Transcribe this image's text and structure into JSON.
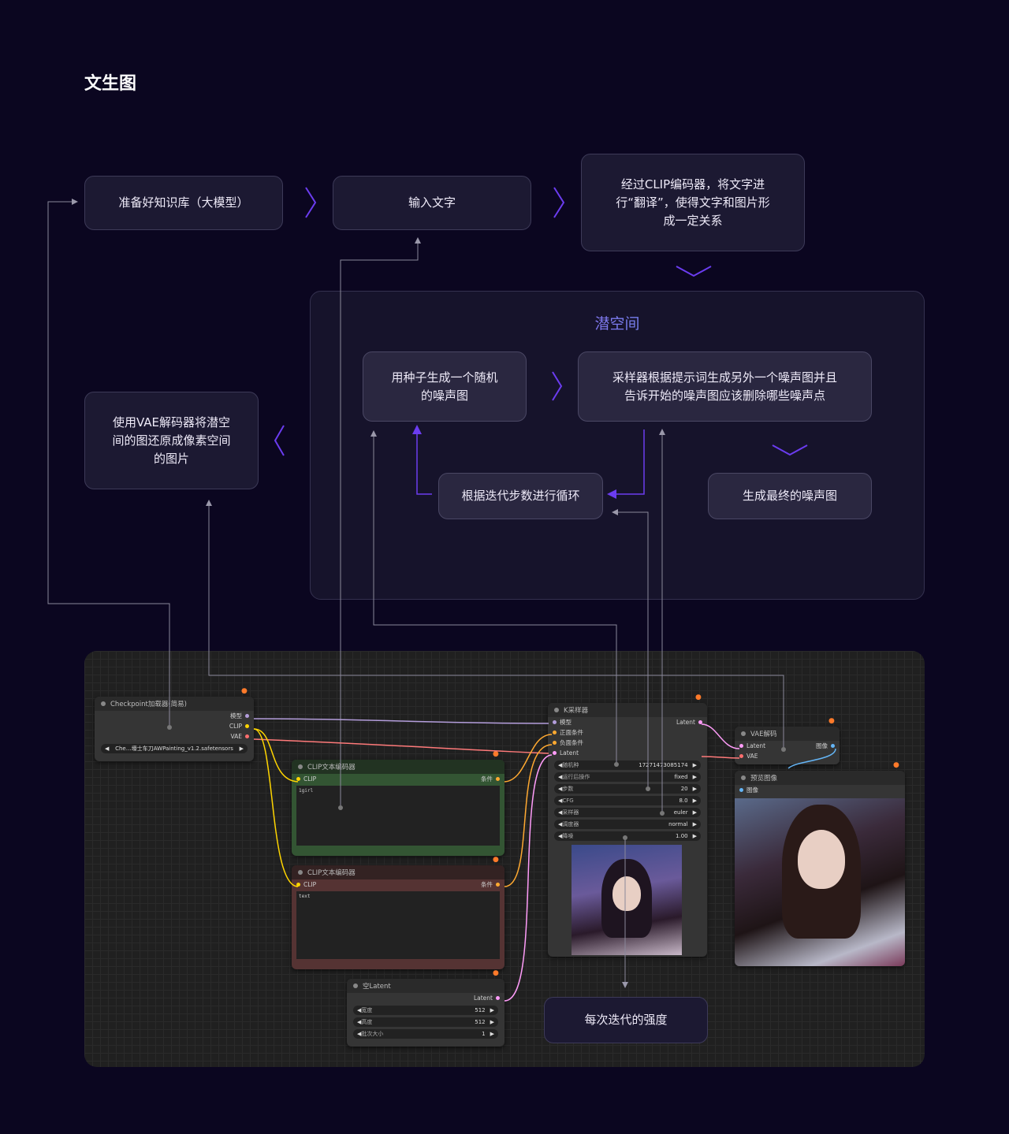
{
  "page_title": "文生图",
  "flow": {
    "step1": "准备好知识库（大模型）",
    "step2": "输入文字",
    "step3": "经过CLIP编码器，将文字进行“翻译”，使得文字和图片形成一定关系",
    "latent_space_title": "潜空间",
    "seed_noise": "用种子生成一个随机的噪声图",
    "sampler_desc": "采样器根据提示词生成另外一个噪声图并且告诉开始的噪声图应该删除哪些噪声点",
    "loop": "根据迭代步数进行循环",
    "final_noise": "生成最终的噪声图",
    "vae_decode": "使用VAE解码器将潜空间的图还原成像素空间的图片",
    "denoise_strength": "每次迭代的强度"
  },
  "nodes": {
    "checkpoint": {
      "title": "Checkpoint加载器(简易)",
      "outputs": [
        "模型",
        "CLIP",
        "VAE"
      ],
      "ckpt_value": "Che…壕士车刀AWPainting_v1.2.safetensors"
    },
    "clip_pos": {
      "title": "CLIP文本编码器",
      "input": "CLIP",
      "output": "条件",
      "text": "1girl"
    },
    "clip_neg": {
      "title": "CLIP文本编码器",
      "input": "CLIP",
      "output": "条件",
      "text": "text"
    },
    "empty_latent": {
      "title": "空Latent",
      "output": "Latent",
      "widgets": [
        {
          "label": "宽度",
          "value": "512"
        },
        {
          "label": "高度",
          "value": "512"
        },
        {
          "label": "批次大小",
          "value": "1"
        }
      ]
    },
    "ksampler": {
      "title": "K采样器",
      "inputs": [
        "模型",
        "正面条件",
        "负面条件",
        "Latent"
      ],
      "output": "Latent",
      "widgets": [
        {
          "label": "随机种",
          "value": "172714730​85174"
        },
        {
          "label": "运行后操作",
          "value": "fixed"
        },
        {
          "label": "步数",
          "value": "20"
        },
        {
          "label": "CFG",
          "value": "8.0"
        },
        {
          "label": "采样器",
          "value": "euler"
        },
        {
          "label": "调度器",
          "value": "normal"
        },
        {
          "label": "降噪",
          "value": "1.00"
        }
      ]
    },
    "vae_decode": {
      "title": "VAE解码",
      "inputs": [
        "Latent",
        "VAE"
      ],
      "output": "图像"
    },
    "preview": {
      "title": "预览图像",
      "input": "图像"
    }
  },
  "colors": {
    "model": "#b39ddb",
    "clip": "#ffd500",
    "vae": "#ff6e6e",
    "conditioning": "#ffa931",
    "latent": "#ff9cf9",
    "image": "#64b5f6",
    "arrow_accent": "#6b3cf0"
  },
  "icons": [
    "chevron-right-icon",
    "chevron-down-icon",
    "chevron-left-icon",
    "fox-badge-icon"
  ]
}
